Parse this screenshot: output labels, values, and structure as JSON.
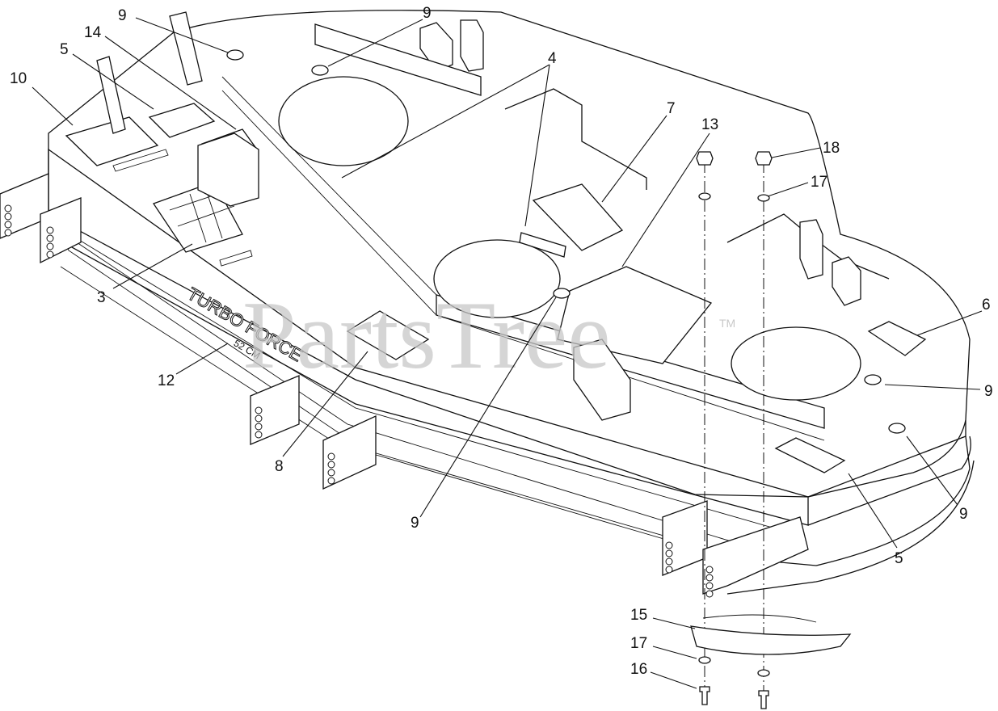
{
  "watermark": {
    "brand": "PartsTree",
    "trademark": "TM"
  },
  "deck_marking": {
    "line1": "TURBO FORCE",
    "line2": "52 CM"
  },
  "callouts": [
    {
      "id": "c9-topleft",
      "label": "9"
    },
    {
      "id": "c9-top",
      "label": "9"
    },
    {
      "id": "c14",
      "label": "14"
    },
    {
      "id": "c5-left",
      "label": "5"
    },
    {
      "id": "c10",
      "label": "10"
    },
    {
      "id": "c4",
      "label": "4"
    },
    {
      "id": "c7",
      "label": "7"
    },
    {
      "id": "c13",
      "label": "13"
    },
    {
      "id": "c18",
      "label": "18"
    },
    {
      "id": "c17-top",
      "label": "17"
    },
    {
      "id": "c3",
      "label": "3"
    },
    {
      "id": "c6",
      "label": "6"
    },
    {
      "id": "c12",
      "label": "12"
    },
    {
      "id": "c9-right1",
      "label": "9"
    },
    {
      "id": "c8",
      "label": "8"
    },
    {
      "id": "c9-right2",
      "label": "9"
    },
    {
      "id": "c9-bottom",
      "label": "9"
    },
    {
      "id": "c5-right",
      "label": "5"
    },
    {
      "id": "c15",
      "label": "15"
    },
    {
      "id": "c17-bottom",
      "label": "17"
    },
    {
      "id": "c16",
      "label": "16"
    }
  ]
}
